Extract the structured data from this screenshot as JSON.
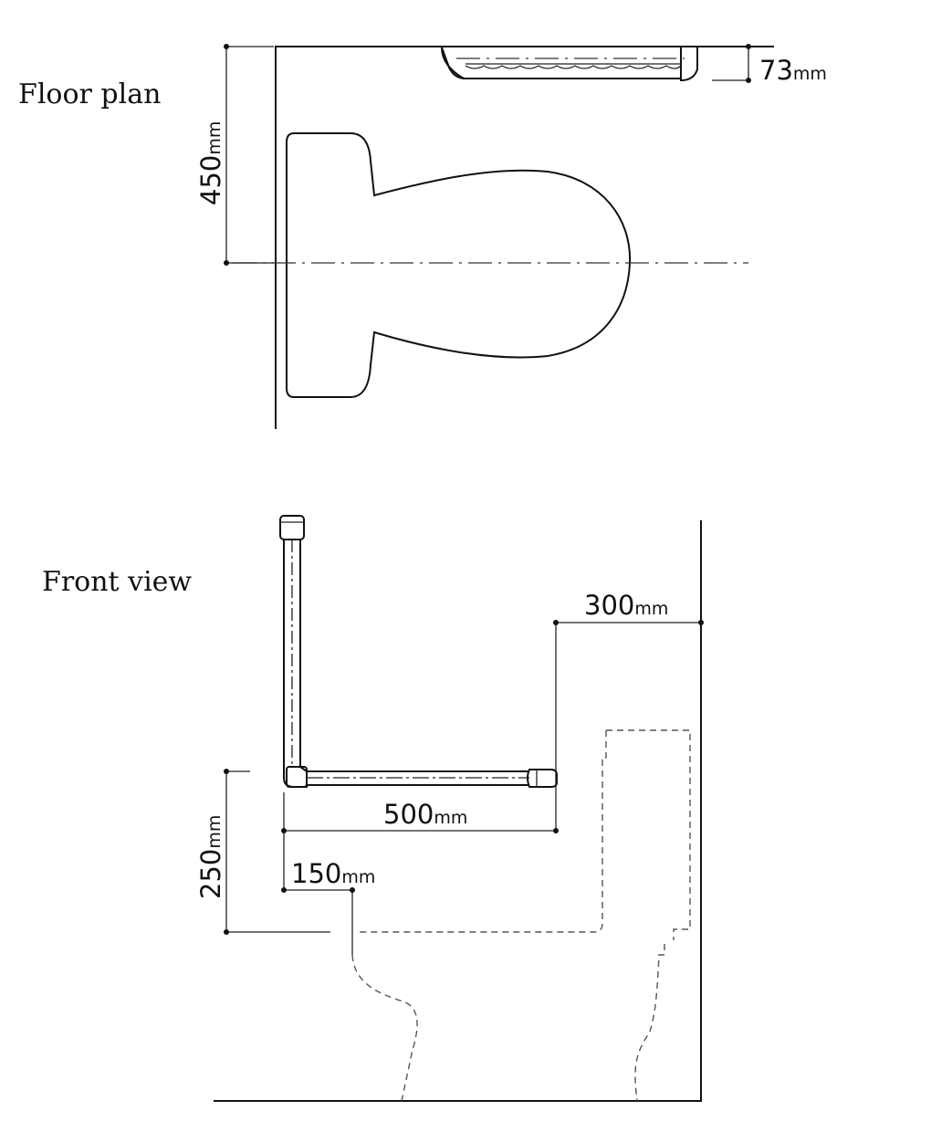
{
  "floor_plan": {
    "title": "Floor plan",
    "dim_450": {
      "value": "450",
      "unit": "mm"
    },
    "dim_73": {
      "value": "73",
      "unit": "mm"
    }
  },
  "front_view": {
    "title": "Front view",
    "dim_300": {
      "value": "300",
      "unit": "mm"
    },
    "dim_500": {
      "value": "500",
      "unit": "mm"
    },
    "dim_250": {
      "value": "250",
      "unit": "mm"
    },
    "dim_150": {
      "value": "150",
      "unit": "mm"
    }
  },
  "colors": {
    "line": "#111111",
    "background": "#ffffff"
  }
}
